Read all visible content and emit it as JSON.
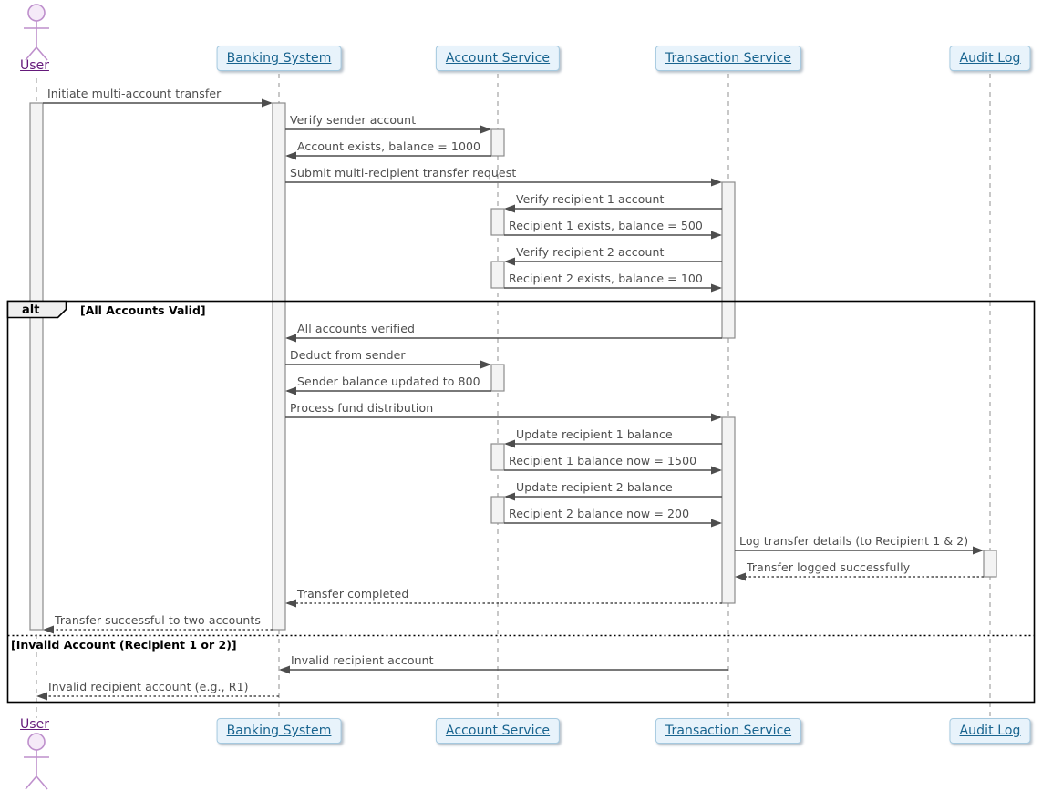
{
  "colors": {
    "participant_fill": "#E8F3FB",
    "participant_border": "#A5C9DF",
    "participant_text": "#19648F",
    "actor_line": "#BE8FCC",
    "actor_fill": "#F5EAF8",
    "actor_text": "#64197A",
    "message_color": "#4D4D4D",
    "lifeline_color": "#ABABAB",
    "activation_fill": "#F3F3F3",
    "activation_border": "#8C8C8C",
    "frame_border": "#000000",
    "frame_label_fill": "#EEEEEE"
  },
  "actor": {
    "label": "User"
  },
  "participants": [
    {
      "id": "banking",
      "label": "Banking System"
    },
    {
      "id": "account",
      "label": "Account Service"
    },
    {
      "id": "transaction",
      "label": "Transaction Service"
    },
    {
      "id": "audit",
      "label": "Audit Log"
    }
  ],
  "frame": {
    "operator": "alt",
    "condition1": "[All Accounts Valid]",
    "condition2": "[Invalid Account (Recipient 1 or 2)]"
  },
  "messages": [
    {
      "from": "user",
      "to": "banking",
      "label": "Initiate multi-account transfer",
      "line": "solid"
    },
    {
      "from": "banking",
      "to": "account",
      "label": "Verify sender account",
      "line": "solid"
    },
    {
      "from": "account",
      "to": "banking",
      "label": "Account exists, balance = 1000",
      "line": "solid"
    },
    {
      "from": "banking",
      "to": "transaction",
      "label": "Submit multi-recipient transfer request",
      "line": "solid"
    },
    {
      "from": "transaction",
      "to": "account",
      "label": "Verify recipient 1 account",
      "line": "solid"
    },
    {
      "from": "account",
      "to": "transaction",
      "label": "Recipient 1 exists, balance = 500",
      "line": "solid"
    },
    {
      "from": "transaction",
      "to": "account",
      "label": "Verify recipient 2 account",
      "line": "solid"
    },
    {
      "from": "account",
      "to": "transaction",
      "label": "Recipient 2 exists, balance = 100",
      "line": "solid"
    },
    {
      "from": "transaction",
      "to": "banking",
      "label": "All accounts verified",
      "line": "solid"
    },
    {
      "from": "banking",
      "to": "account",
      "label": "Deduct from sender",
      "line": "solid"
    },
    {
      "from": "account",
      "to": "banking",
      "label": "Sender balance updated to 800",
      "line": "solid"
    },
    {
      "from": "banking",
      "to": "transaction",
      "label": "Process fund distribution",
      "line": "solid"
    },
    {
      "from": "transaction",
      "to": "account",
      "label": "Update recipient 1 balance",
      "line": "solid"
    },
    {
      "from": "account",
      "to": "transaction",
      "label": "Recipient 1 balance now = 1500",
      "line": "solid"
    },
    {
      "from": "transaction",
      "to": "account",
      "label": "Update recipient 2 balance",
      "line": "solid"
    },
    {
      "from": "account",
      "to": "transaction",
      "label": "Recipient 2 balance now = 200",
      "line": "solid"
    },
    {
      "from": "transaction",
      "to": "audit",
      "label": "Log transfer details (to Recipient 1 & 2)",
      "line": "solid"
    },
    {
      "from": "audit",
      "to": "transaction",
      "label": "Transfer logged successfully",
      "line": "dotted"
    },
    {
      "from": "transaction",
      "to": "banking",
      "label": "Transfer completed",
      "line": "dotted"
    },
    {
      "from": "banking",
      "to": "user",
      "label": "Transfer successful to two accounts",
      "line": "dotted"
    },
    {
      "from": "transaction",
      "to": "banking",
      "label": "Invalid recipient account",
      "line": "solid"
    },
    {
      "from": "banking",
      "to": "user",
      "label": "Invalid recipient account (e.g., R1)",
      "line": "dotted"
    }
  ]
}
